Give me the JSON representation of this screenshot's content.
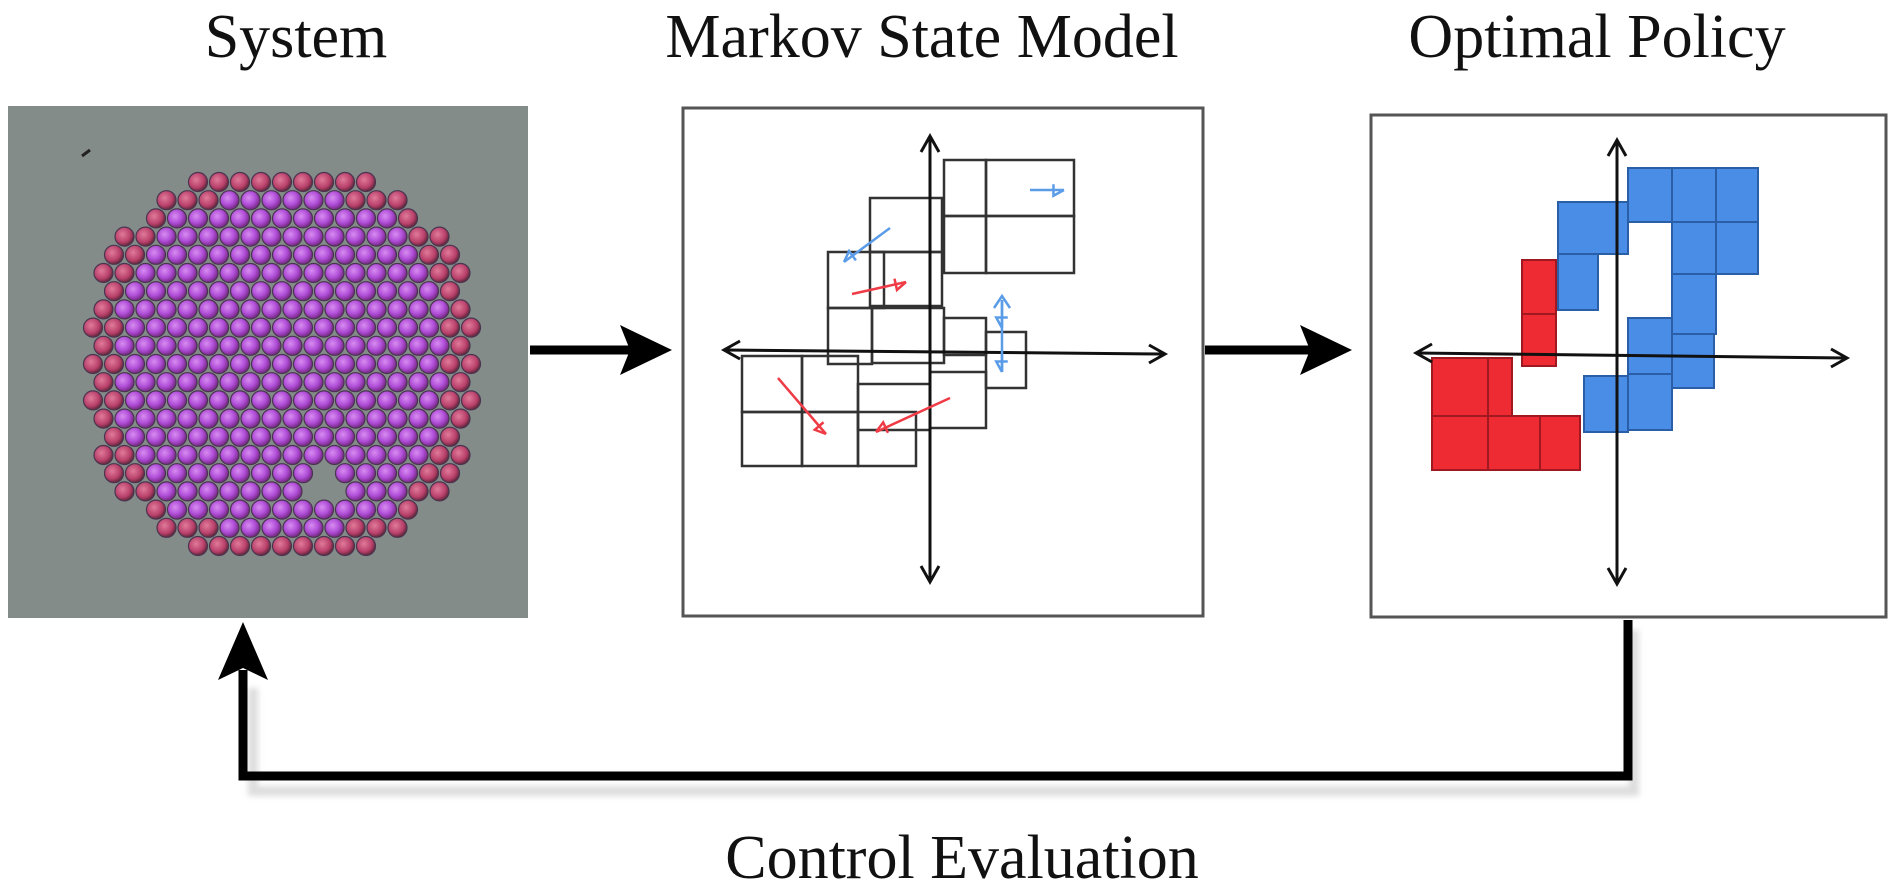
{
  "diagram": {
    "panels": {
      "system": {
        "title": "System"
      },
      "msm": {
        "title": "Markov State Model"
      },
      "policy": {
        "title": "Optimal Policy"
      }
    },
    "feedback": {
      "label": "Control Evaluation"
    },
    "colors": {
      "particle": "#b54ed6",
      "particle_edge": "#c0607a",
      "micrograph_bg": "#7d8582",
      "blue_state": "#4a8de6",
      "red_state": "#ee2b32",
      "blue_arrow": "#5b9ce8",
      "red_arrow": "#ef3b46",
      "grid_line": "#333333"
    }
  }
}
